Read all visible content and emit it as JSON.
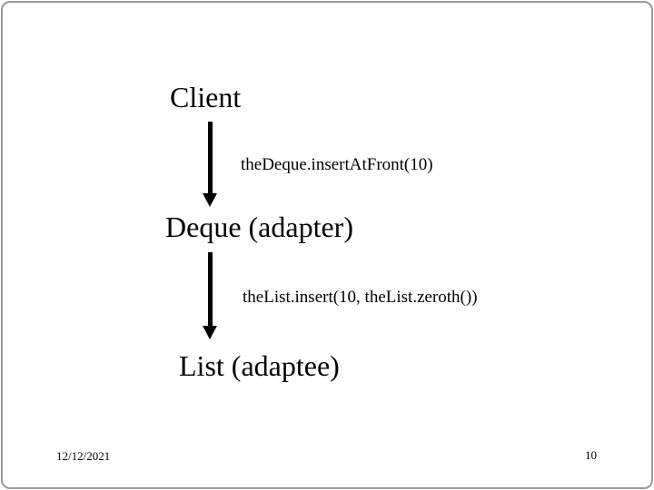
{
  "diagram": {
    "client": "Client",
    "call1": "theDeque.insertAtFront(10)",
    "adapter": "Deque (adapter)",
    "call2": "theList.insert(10, theList.zeroth())",
    "adaptee": "List (adaptee)"
  },
  "footer": {
    "date": "12/12/2021",
    "page_number": "10"
  },
  "colors": {
    "text": "#000000",
    "background": "#ffffff",
    "border": "#9a9a9a",
    "arrow": "#000000"
  }
}
